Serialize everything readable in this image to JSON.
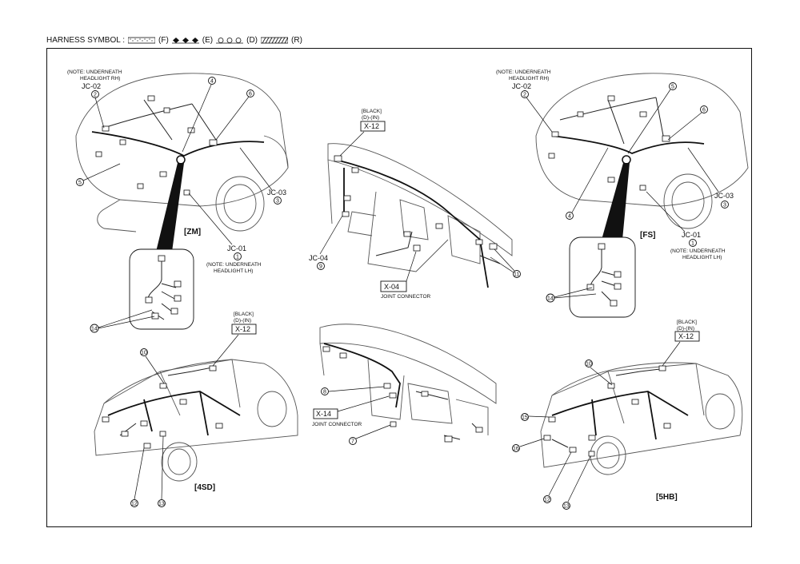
{
  "legend": {
    "title": "HARNESS SYMBOL :",
    "items": [
      {
        "code": "(F)",
        "symbol": "dotted-band"
      },
      {
        "code": "(E)",
        "symbol": "diamond-chain"
      },
      {
        "code": "(D)",
        "symbol": "circle-chain"
      },
      {
        "code": "(R)",
        "symbol": "hatched-band"
      }
    ]
  },
  "zm": {
    "title": "[ZM]",
    "note_rh_1": "(NOTE: UNDERNEATH",
    "note_rh_2": "HEADLIGHT RH)",
    "jc02": "JC-02",
    "jc03": "JC-03",
    "jc01": "JC-01",
    "note_lh_1": "(NOTE: UNDERNEATH",
    "note_lh_2": "HEADLIGHT LH)",
    "n2": "2",
    "n4": "4",
    "n6": "6",
    "n5": "5",
    "n3": "3",
    "n1": "1",
    "n14": "14"
  },
  "dash": {
    "x12_note_1": "[BLACK]",
    "x12_note_2": "(D)-(IN)",
    "x12": "X-12",
    "jc04": "JC-04",
    "n9": "9",
    "n11": "11",
    "x04": "X-04",
    "x04_sub": "JOINT CONNECTOR"
  },
  "fs": {
    "title": "[FS]",
    "note_rh_1": "(NOTE: UNDERNEATH",
    "note_rh_2": "HEADLIGHT RH)",
    "jc02": "JC-02",
    "jc03": "JC-03",
    "jc01": "JC-01",
    "note_lh_1": "(NOTE: UNDERNEATH",
    "note_lh_2": "HEADLIGHT LH)",
    "n2": "2",
    "n5": "5",
    "n6": "6",
    "n4": "4",
    "n3": "3",
    "n1": "1",
    "n14": "14"
  },
  "sd4": {
    "title": "[4SD]",
    "x12_note_1": "[BLACK]",
    "x12_note_2": "(D)-(IN)",
    "x12": "X-12",
    "n10": "10",
    "n12": "12",
    "n13": "13"
  },
  "center": {
    "x14": "X-14",
    "x14_sub": "JOINT CONNECTOR",
    "n8": "8",
    "n7": "7"
  },
  "hb5": {
    "title": "[5HB]",
    "x12_note_1": "[BLACK]",
    "x12_note_2": "(D)-(IN)",
    "x12": "X-12",
    "n10": "10",
    "n15": "15",
    "n16": "16",
    "n12": "12",
    "n13": "13"
  },
  "colors": {
    "ink": "#111111",
    "car_line": "#555555",
    "paper": "#ffffff"
  }
}
